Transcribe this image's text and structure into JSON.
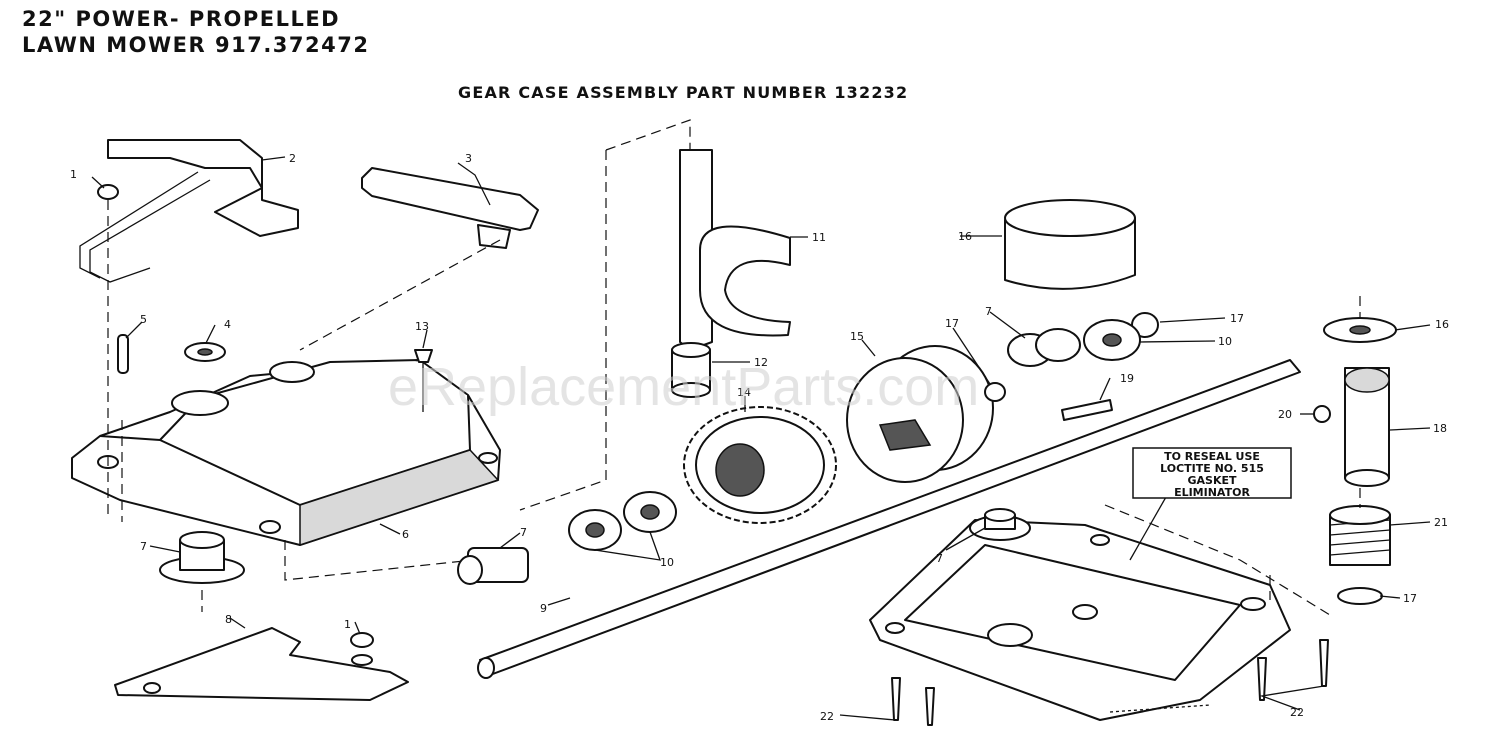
{
  "title": {
    "line1": "22\" POWER- PROPELLED",
    "line2": "LAWN MOWER 917.372472"
  },
  "subtitle": "GEAR CASE ASSEMBLY PART NUMBER 132232",
  "note": {
    "line1": "TO RESEAL USE",
    "line2": "LOCTITE NO. 515",
    "line3": "GASKET",
    "line4": "ELIMINATOR"
  },
  "watermark": "eReplacementParts.com",
  "callouts": {
    "c1a": "1",
    "c1b": "1",
    "c2": "2",
    "c3": "3",
    "c4": "4",
    "c5": "5",
    "c6": "6",
    "c7a": "7",
    "c7b": "7",
    "c7c": "7",
    "c7d": "7",
    "c8": "8",
    "c9": "9",
    "c10a": "10",
    "c10b": "10",
    "c11": "11",
    "c12": "12",
    "c13": "13",
    "c14": "14",
    "c15": "15",
    "c16a": "16",
    "c16b": "16",
    "c17a": "17",
    "c17b": "17",
    "c17c": "17",
    "c18": "18",
    "c19": "19",
    "c20": "20",
    "c21": "21",
    "c22a": "22",
    "c22b": "22"
  }
}
